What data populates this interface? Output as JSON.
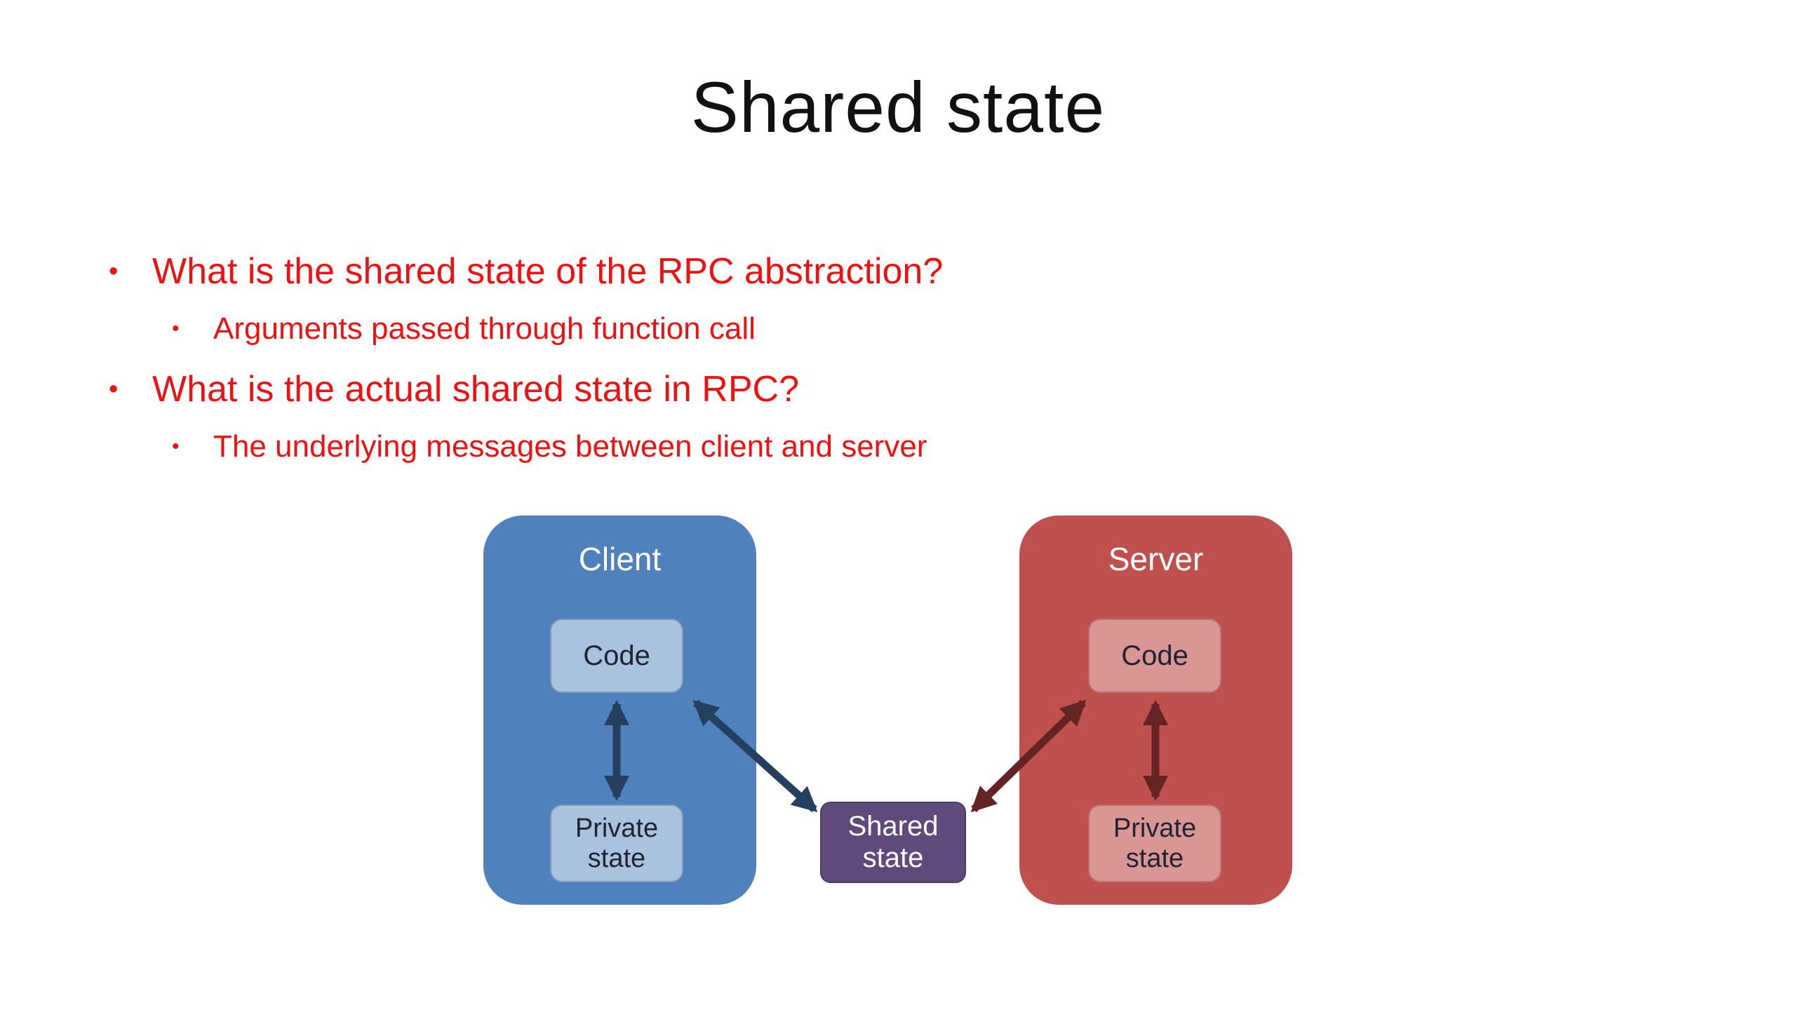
{
  "slide": {
    "title": "Shared state",
    "bullet_marker": "•",
    "bullets": [
      {
        "text": "What is the shared state of the RPC abstraction?",
        "sub": "Arguments passed through function call"
      },
      {
        "text": "What is the actual shared state in RPC?",
        "sub": "The underlying messages between client and server"
      }
    ]
  },
  "diagram": {
    "client": {
      "label": "Client",
      "code": "Code",
      "private_state": "Private state"
    },
    "server": {
      "label": "Server",
      "code": "Code",
      "private_state": "Private state"
    },
    "shared": {
      "label": "Shared state"
    }
  },
  "colors": {
    "title": "#111111",
    "bullet_text": "#EE1111",
    "client_fill": "#4F81BD",
    "client_inner_fill": "#A9C2DE",
    "client_arrow": "#243F60",
    "server_fill": "#C0504D",
    "server_inner_fill": "#D99694",
    "server_arrow": "#632423",
    "shared_fill": "#604A7B",
    "inner_text": "#1F2430",
    "box_label_text": "#FFFFFF"
  }
}
